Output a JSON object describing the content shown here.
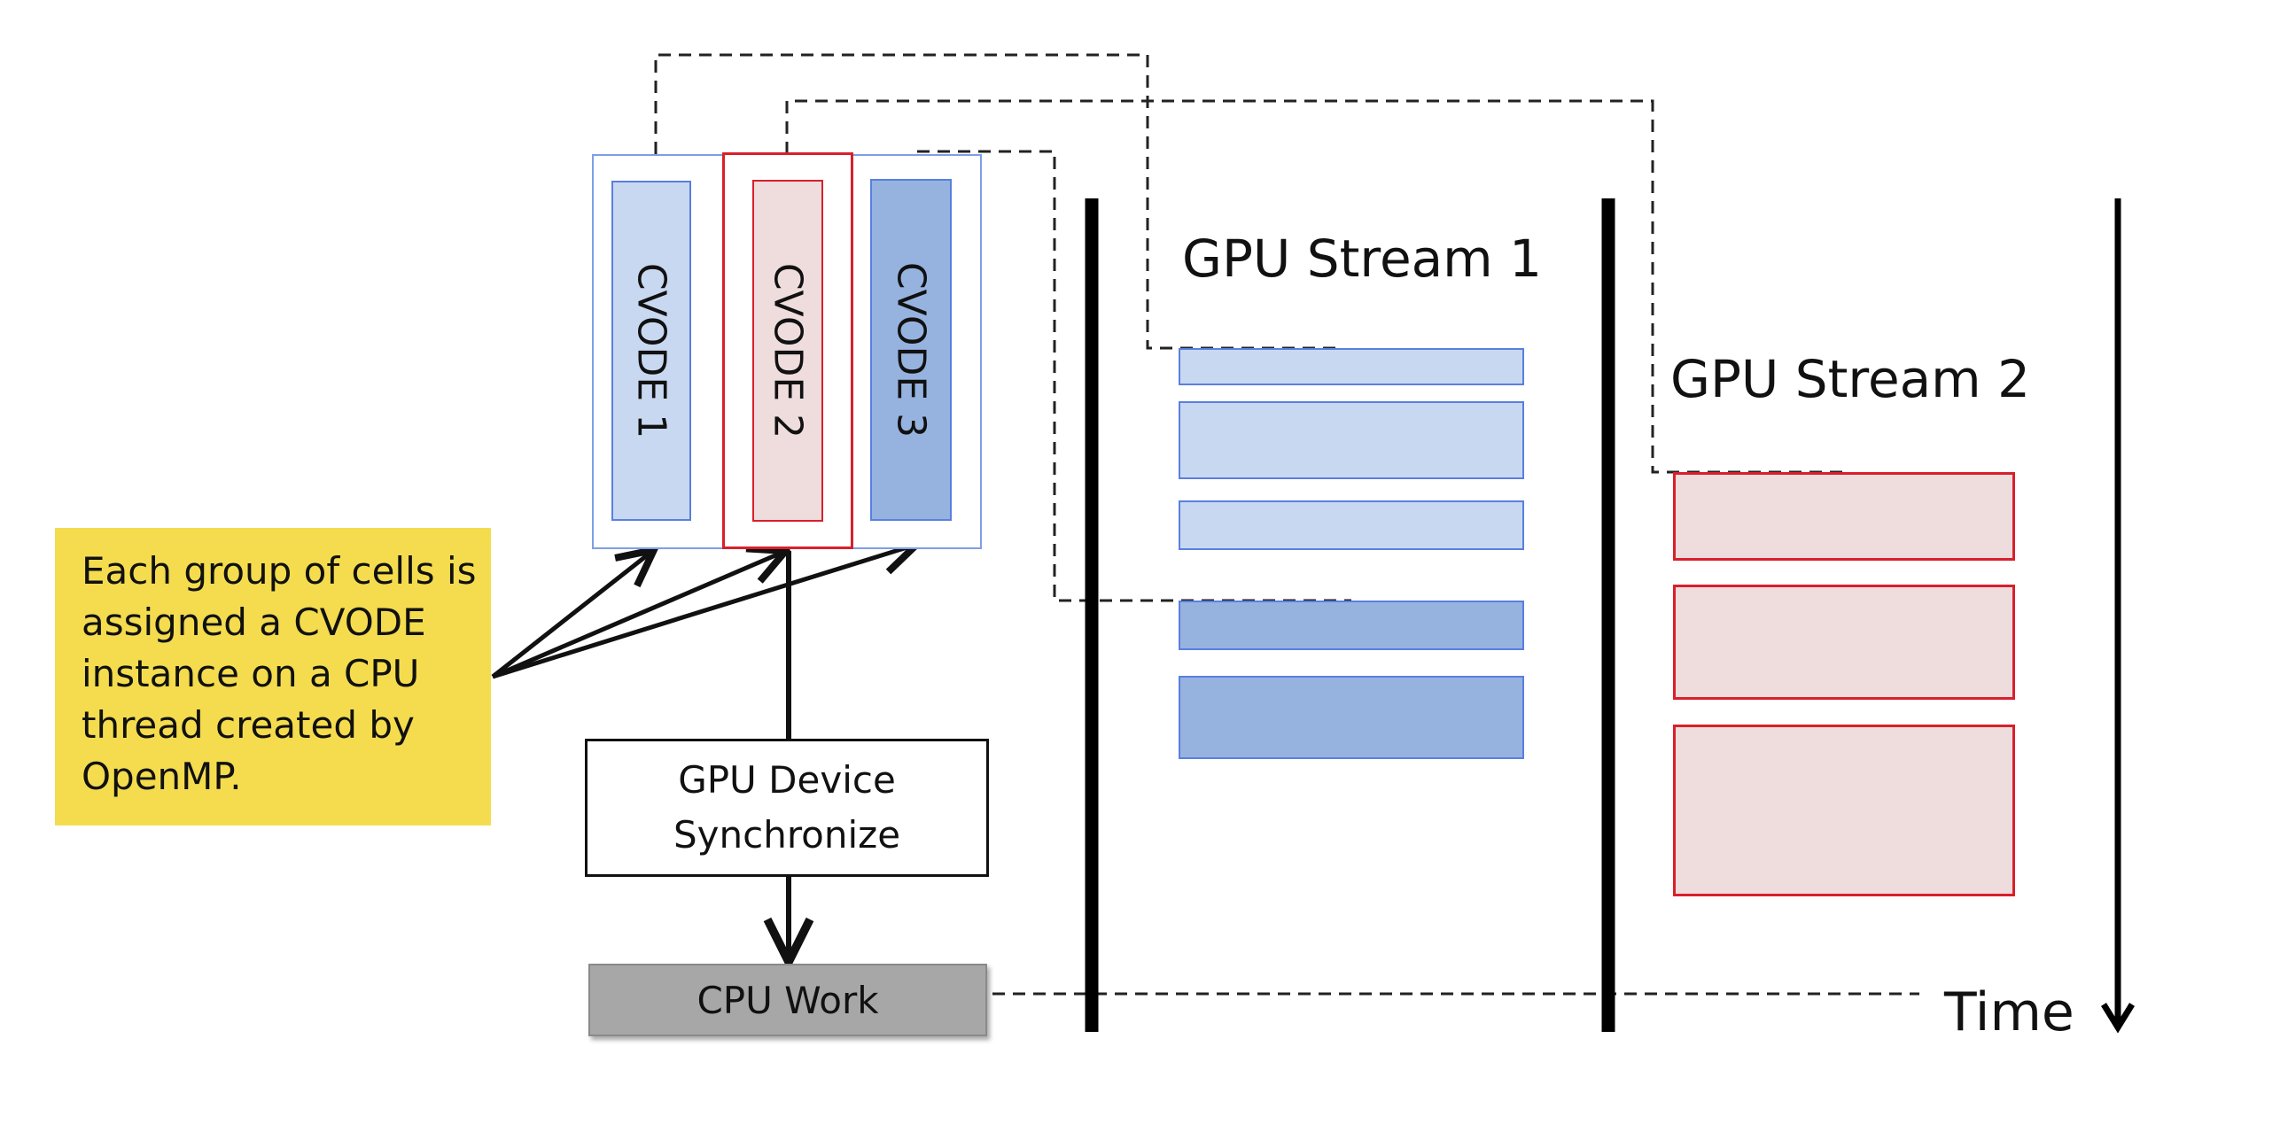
{
  "cvode_instances": [
    {
      "label": "CVODE 1"
    },
    {
      "label": "CVODE 2"
    },
    {
      "label": "CVODE 3"
    }
  ],
  "streams": [
    {
      "title": "GPU Stream 1"
    },
    {
      "title": "GPU Stream 2"
    }
  ],
  "callout": {
    "text": "Each group of cells is assigned a CVODE instance on a CPU thread created by OpenMP."
  },
  "sync_box": {
    "line1": "GPU Device",
    "line2": "Synchronize"
  },
  "cpu_work": {
    "label": "CPU Work"
  },
  "time_axis": {
    "label": "Time"
  },
  "colors": {
    "light_blue_fill": "#c9d8f1",
    "dark_blue_fill": "#96b3e0",
    "blue_border": "#5a7fe0",
    "pink_fill": "#efdcdc",
    "red_border": "#d8202c",
    "callout_yellow": "#f4dc4e",
    "cpu_gray": "#a7a7a7"
  }
}
